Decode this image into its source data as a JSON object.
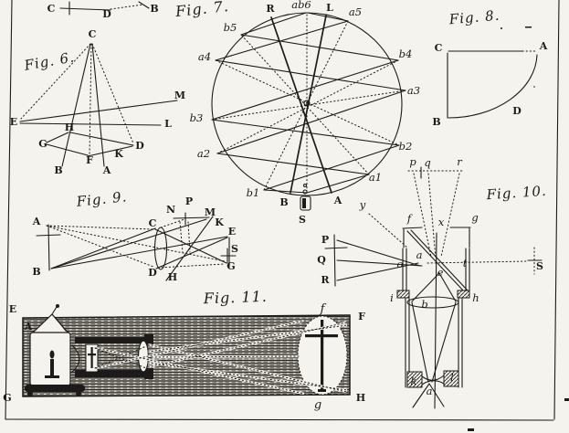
{
  "palette": {
    "paper": "#f5f3ee",
    "ink": "#1c1b19"
  },
  "figures": {
    "fig5_partial": {
      "labels": {
        "C": "C",
        "D": "D",
        "B": "B"
      }
    },
    "fig6": {
      "title": "Fig. 6.",
      "labels": {
        "C": "C",
        "E": "E",
        "M": "M",
        "L": "L",
        "G": "G",
        "H": "H",
        "D": "D",
        "F": "F",
        "K": "K",
        "B": "B",
        "A": "A"
      }
    },
    "fig7": {
      "title": "Fig. 7.",
      "labels": {
        "R": "R",
        "ab6": "ab6",
        "L": "L",
        "a5": "a5",
        "b5": "b5",
        "a4": "a4",
        "b3": "b3",
        "a2": "a2",
        "b1": "b1",
        "B": "B",
        "A": "A",
        "a1": "a1",
        "b2": "b2",
        "a3": "a3",
        "b4": "b4",
        "S": "S"
      }
    },
    "fig8": {
      "title": "Fig. 8.",
      "labels": {
        "C": "C",
        "A": "A",
        "B": "B",
        "D": "D"
      }
    },
    "fig9": {
      "title": "Fig. 9.",
      "labels": {
        "A": "A",
        "B": "B",
        "C": "C",
        "D": "D",
        "H": "H",
        "N": "N",
        "P": "P",
        "M": "M",
        "K": "K",
        "E": "E",
        "S": "S",
        "G": "G"
      }
    },
    "fig10": {
      "title": "Fig. 10.",
      "labels": {
        "P": "P",
        "Q": "Q",
        "R": "R",
        "p": "p",
        "q": "q",
        "r": "r",
        "y": "y",
        "f": "f",
        "x": "x",
        "g": "g",
        "o": "o",
        "a_mirror": "a",
        "t": "t",
        "e": "e",
        "S": "S",
        "i": "i",
        "h": "h",
        "b": "b",
        "k": "k",
        "l": "l",
        "a_eye": "a"
      }
    },
    "fig11": {
      "title": "Fig. 11.",
      "labels": {
        "E": "E",
        "F": "F",
        "G": "G",
        "H": "H",
        "A": "A",
        "f": "f",
        "g": "g"
      }
    }
  }
}
